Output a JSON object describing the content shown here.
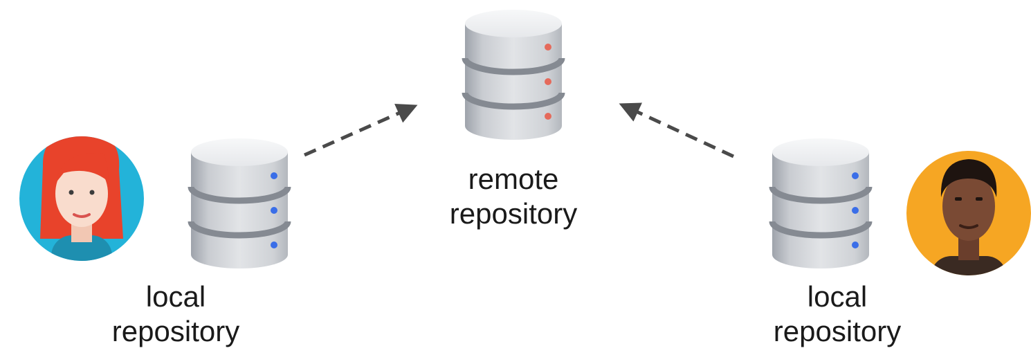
{
  "remote": {
    "line1": "remote",
    "line2": "repository",
    "led_color": "#e56a5b"
  },
  "local_left": {
    "line1": "local",
    "line2": "repository",
    "led_color": "#3a6ee8"
  },
  "local_right": {
    "line1": "local",
    "line2": "repository",
    "led_color": "#3a6ee8"
  },
  "avatars": {
    "left": {
      "bg_color": "#23b3d9",
      "hair_color": "#e8432b"
    },
    "right": {
      "bg_color": "#f6a623",
      "skin_color": "#7a4a34"
    }
  },
  "arrow_color": "#4a4a4a"
}
